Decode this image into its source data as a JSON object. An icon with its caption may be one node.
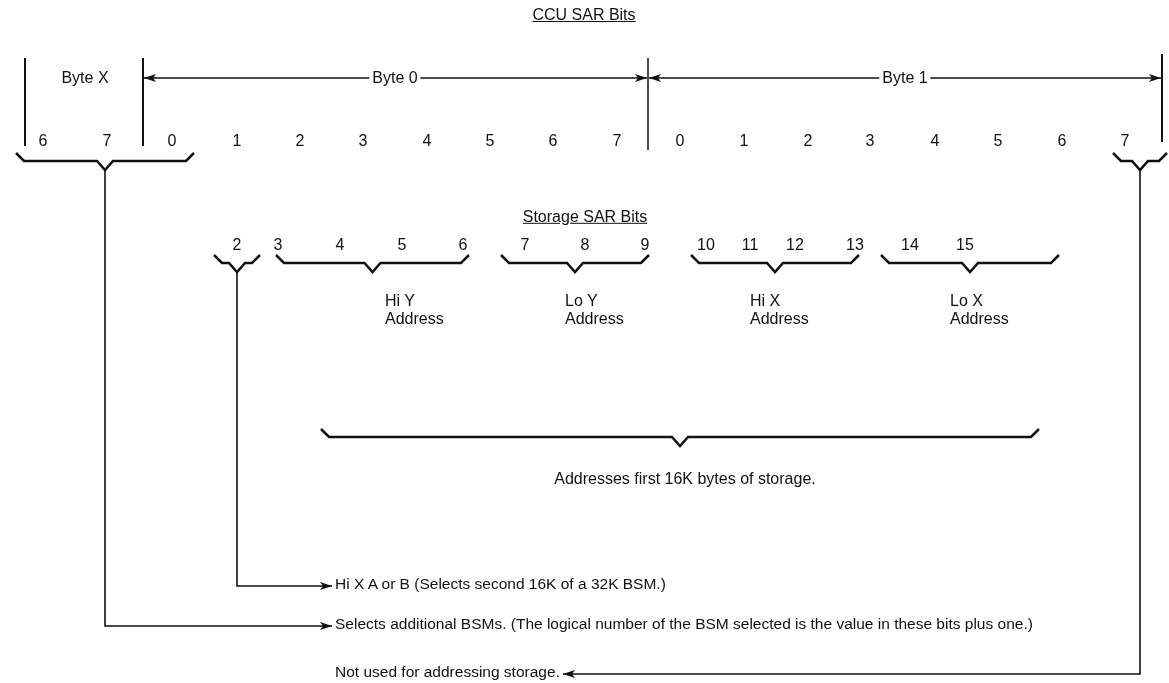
{
  "diagram": {
    "title": "CCU SAR Bits",
    "nodes": [
      {
        "text": [],
        "shape": "brace"
      },
      {
        "text": [],
        "shape": "brace"
      },
      {
        "text": [],
        "shape": "brace"
      },
      {
        "text": [
          "Hi X A or B (Selects second 16K of a 32K BSM.)"
        ]
      },
      {
        "text": [
          "Selects additional BSMs. (The logical number of the BSM selected is the value in these bits plus one.)"
        ]
      },
      {
        "text": [
          "Not used for addressing storage."
        ]
      }
    ],
    "edges": [
      {
        "from": 2,
        "to": 3,
        "arrow": "to"
      },
      {
        "from": 0,
        "to": 4,
        "arrow": "to"
      },
      {
        "from": 1,
        "to": 5,
        "arrow": "to"
      }
    ],
    "labels": [
      "Byte X",
      "Byte 0",
      "Byte 1",
      "6",
      "7",
      "0",
      "1",
      "2",
      "3",
      "4",
      "5",
      "6",
      "7",
      "0",
      "1",
      "2",
      "3",
      "4",
      "5",
      "6",
      "7",
      "Storage SAR Bits",
      "2",
      "3",
      "4",
      "5",
      "6",
      "7",
      "8",
      "9",
      "10",
      "11",
      "12",
      "13",
      "14",
      "15",
      "Hi Y Address",
      "Lo Y Address",
      "Hi X Address",
      "Lo X Address",
      "Addresses first 16K bytes of storage."
    ]
  }
}
